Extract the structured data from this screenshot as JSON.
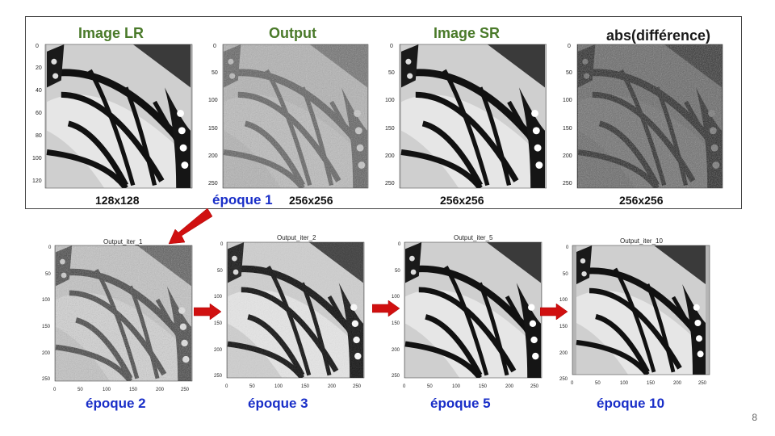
{
  "top_row": {
    "titles": {
      "lr": "Image LR",
      "output": "Output",
      "sr": "Image SR",
      "diff": "abs(différence)"
    },
    "sizes": {
      "lr": "128x128",
      "output": "256x256",
      "sr": "256x256",
      "diff": "256x256"
    },
    "epoch_label": "époque 1",
    "lr_yticks": [
      "0",
      "20",
      "40",
      "60",
      "80",
      "100",
      "120"
    ],
    "yticks_256": [
      "0",
      "50",
      "100",
      "150",
      "200",
      "250"
    ]
  },
  "bottom_row": {
    "panels": [
      {
        "subtitle": "Output_iter_1",
        "epoch": "époque 2"
      },
      {
        "subtitle": "Output_iter_2",
        "epoch": "époque 3"
      },
      {
        "subtitle": "Output_iter_5",
        "epoch": "époque 5"
      },
      {
        "subtitle": "Output_iter_10",
        "epoch": "époque 10"
      }
    ],
    "yticks": [
      "0",
      "50",
      "100",
      "150",
      "200",
      "250"
    ],
    "xticks": [
      "0",
      "50",
      "100",
      "150",
      "200",
      "250"
    ]
  },
  "page_number": "8",
  "colors": {
    "title_green": "#4a7a2a",
    "epoch_blue": "#1a2fc8",
    "arrow_red": "#d01010"
  }
}
